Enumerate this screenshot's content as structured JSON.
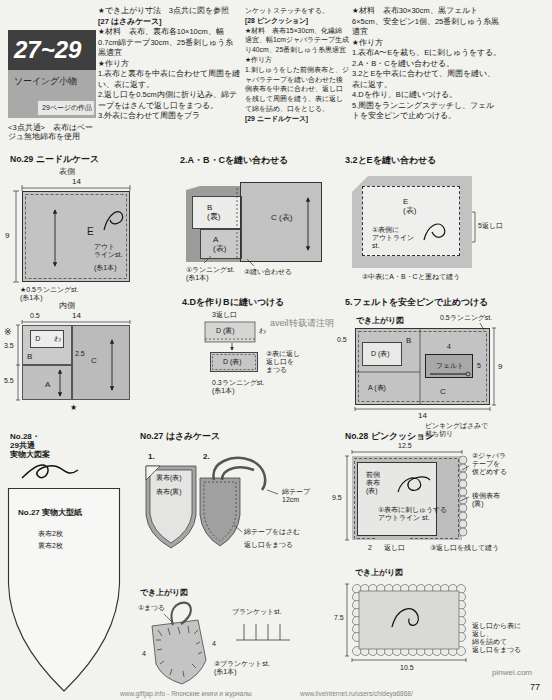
{
  "diagram": {
    "nodes": [
      {
        "text": [
          "ソーイング小物"
        ]
      },
      {
        "text": [
          "27~29"
        ],
        "in": 0
      },
      {
        "text": [
          "29ページの作品"
        ],
        "in": 0
      },
      {
        "text": [
          "表側",
          "E"
        ]
      },
      {
        "text": [
          "内側"
        ]
      },
      {
        "text": [
          "B"
        ],
        "in": 4
      },
      {
        "text": [
          "D",
          "わ"
        ],
        "in": 5
      },
      {
        "text": [
          "C"
        ],
        "in": 4
      },
      {
        "text": [
          "A"
        ],
        "in": 4
      },
      {
        "text": [
          "C (表)"
        ]
      },
      {
        "text": [
          "B (裏)"
        ]
      },
      {
        "text": [
          "A (表)"
        ]
      },
      {
        "text": [
          "E (表)"
        ]
      },
      {
        "text": [
          "D (表)"
        ]
      },
      {
        "text": [
          "でき上がり図"
        ]
      },
      {
        "text": [
          "D (表)"
        ],
        "in": 14
      },
      {
        "text": [
          "フェルト"
        ],
        "in": 14
      },
      {
        "text": [
          "No.27 実物大型紙",
          "表布2枚",
          "裏布2枚"
        ]
      },
      {
        "text": [
          "前側 表布 (表)"
        ]
      },
      {
        "text": [
          "でき上がり図"
        ]
      }
    ],
    "labels": [
      "<3点共通>　表布はベージュ無地綿布を使用",
      "★でき上がり寸法　3点共に図を参照",
      "[27 はさみケース]",
      "★材料　表布、裏布各10×10cm、幅0.7cm綿テープ30cm、25番刺しゅう糸黒適宜",
      "★作り方",
      "1.表布と裏布を中表に合わせて周囲を縫い、表に返す。",
      "2.返し口を0.5cm内側に折り込み、綿テープをはさんで返し口をまつる。",
      "3.外表に合わせて周囲をブラ",
      "ンケットステッチをする。",
      "[28 ピンクッション]",
      "★材料　表布15×30cm、化繊綿適宜、幅1cmジャバラテープ生成り40cm、25番刺しゅう糸黒適宜",
      "★作り方",
      "1.刺しゅうをした前側表布と、ジャバラテープを縫い合わせた後側表布を中表に合わせ、返し口を残して周囲を縫う。表に返して綿を詰め、口をとじる。",
      "[29 ニードルケース]",
      "★材料　表布30×30cm、黒フェルト6×5cm、安全ピン1個、25番刺しゅう糸黒適宜",
      "★作り方",
      "1.表布A〜Eを裁ち、Eに刺しゅうをする。",
      "2.A・B・Cを縫い合わせる。",
      "3.2とEを中表に合わせて、周囲を縫い、表に返す。",
      "4.Dを作り、Bに縫いつける。",
      "5.周囲をランニングステッチし、フェルトを安全ピンで止めつける。",
      "No.29 ニードルケース",
      "14",
      "9",
      "アウト ラインst.",
      "(糸1本)",
      "★0.5ランニングst. (糸1本)",
      "14",
      "※",
      "0.5",
      "3.5",
      "2.5",
      "5.5",
      "★",
      "2.A・B・Cを縫い合わせる",
      "①ランニングst. (糸1本)",
      "②縫い合わせる",
      "3.2とEを縫い合わせる",
      "①表側に アウトライン st.",
      "5返し口",
      "②中表にA・B・Cと重ねて縫う",
      "4.Dを作りBに縫いつける",
      "3返し口",
      "D (裏)",
      "わ",
      "②表に返し 返し口を まつる",
      "0.3ランニングst. (糸1本)",
      "5.フェルトを安全ピンで止めつける",
      "0.5ランニングst.",
      "A (表)",
      "B",
      "C",
      "0.5",
      "4",
      "5",
      "9",
      "14",
      "ピンキングばさみで 裁ち切り",
      "aveil转载请注明",
      "No.28・29共通 実物大図案",
      "No.27 はさみケース",
      "1.",
      "裏布(表)",
      "表布(裏)",
      "2.",
      "綿テープ 12cm",
      "綿テープをはさむ",
      "返し口をまつる",
      "でき上がり図",
      "①まつる",
      "ブランケットst.",
      "②ブランケットst. (糸1本)",
      "4",
      "4",
      "No.28 ピンクッション",
      "12.5",
      "②ジャバラ テープを 仮どめする",
      "後側表布 (裏)",
      "9.5",
      "①表布に刺しゅうする アウトライン st.",
      "返し口",
      "2",
      "③返し口を残して縫う",
      "7.5",
      "10.5",
      "返し口から表に 返し、綿を詰めて 返し口をまつる",
      "77",
      "www.giftjap.info - Японские книги и журналы",
      "www.liveinternet.ru/users/chideya6868/",
      "pinwei.com"
    ]
  }
}
